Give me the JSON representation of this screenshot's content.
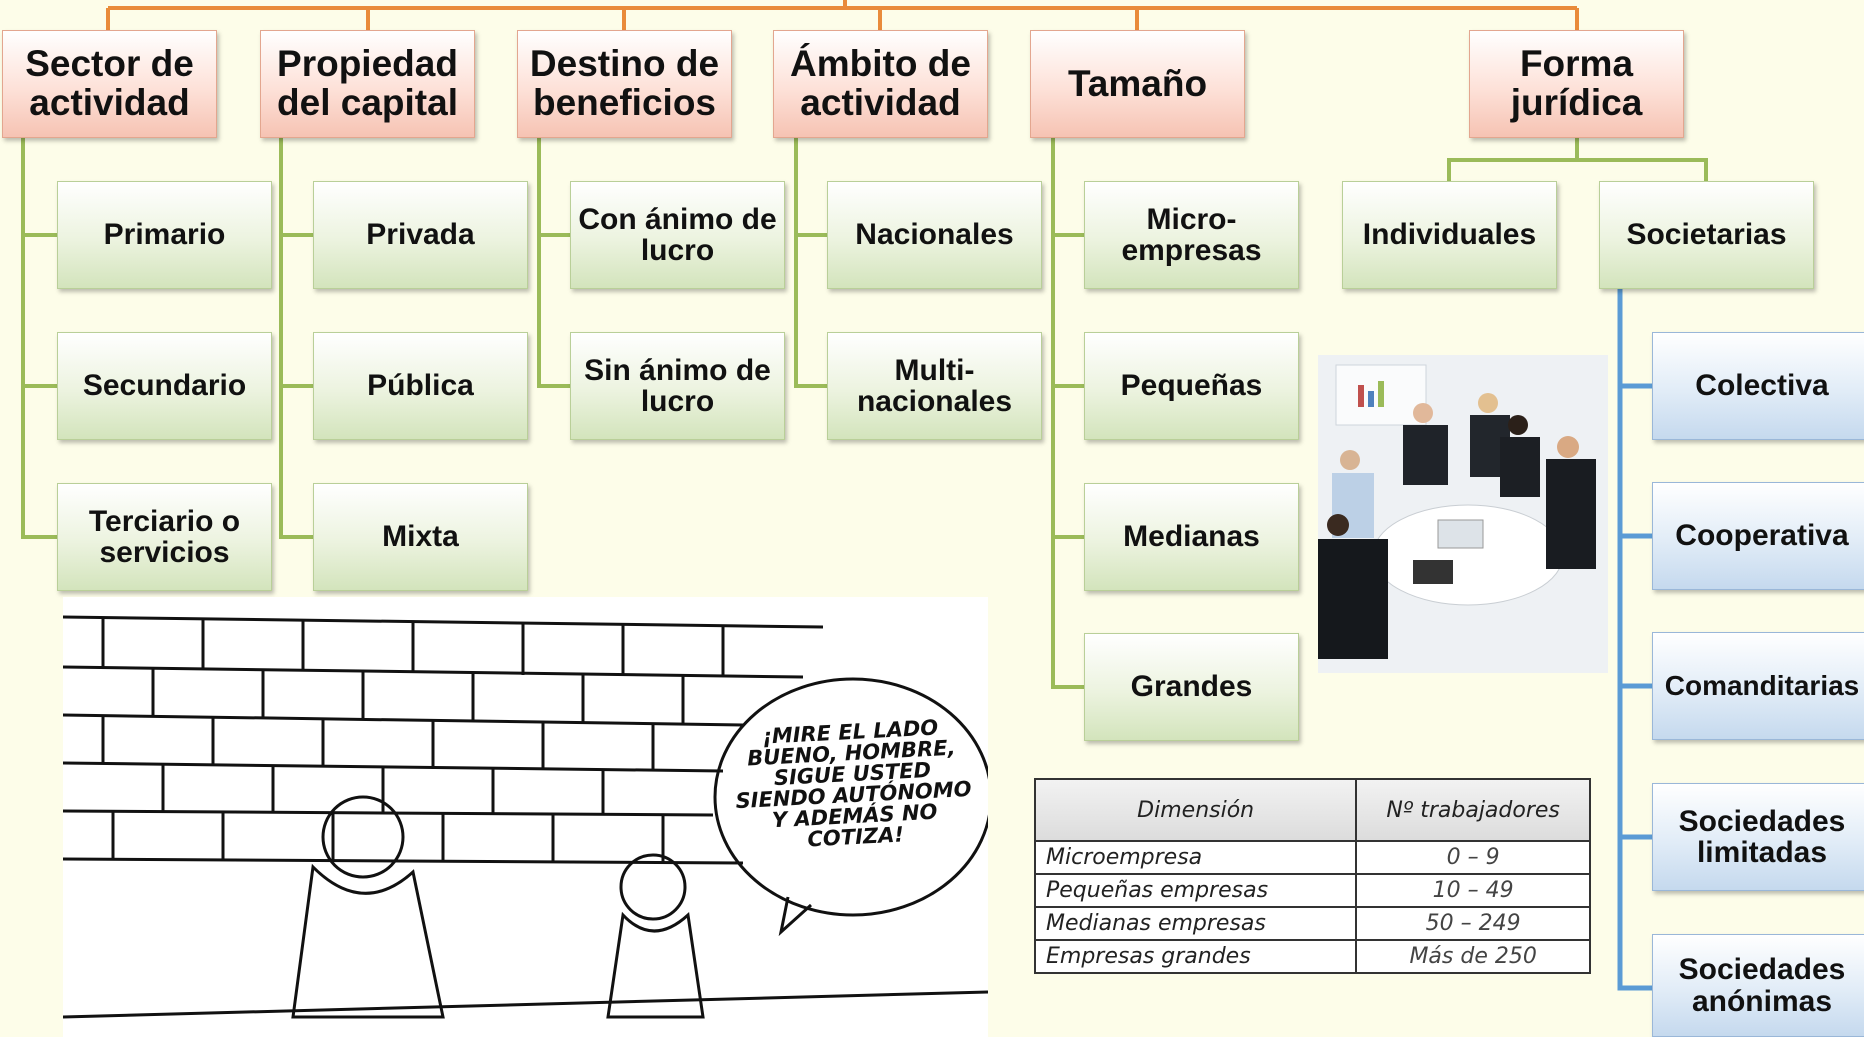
{
  "categories": [
    {
      "label": "Sector de actividad",
      "items": [
        "Primario",
        "Secundario",
        "Terciario o servicios"
      ]
    },
    {
      "label": "Propiedad del capital",
      "items": [
        "Privada",
        "Pública",
        "Mixta"
      ]
    },
    {
      "label": "Destino de beneficios",
      "items": [
        "Con ánimo de lucro",
        "Sin ánimo de lucro"
      ]
    },
    {
      "label": "Ámbito de actividad",
      "items": [
        "Nacionales",
        "Multi-nacionales"
      ]
    },
    {
      "label": "Tamaño",
      "items": [
        "Micro-empresas",
        "Pequeñas",
        "Medianas",
        "Grandes"
      ]
    },
    {
      "label": "Forma jurídica",
      "items": [
        "Individuales",
        "Societarias"
      ],
      "societarias_items": [
        "Colectiva",
        "Cooperativa",
        "Comanditarias",
        "Sociedades limitadas",
        "Sociedades anónimas"
      ]
    }
  ],
  "cartoon": {
    "speech": "¡MIRE EL LADO BUENO, HOMBRE, SIGUE USTED SIENDO AUTÓNOMO Y ADEMÁS NO COTIZA!"
  },
  "size_table": {
    "headers": [
      "Dimensión",
      "Nº trabajadores"
    ],
    "rows": [
      [
        "Microempresa",
        "0 – 9"
      ],
      [
        "Pequeñas empresas",
        "10 – 49"
      ],
      [
        "Medianas empresas",
        "50 – 249"
      ],
      [
        "Empresas grandes",
        "Más de 250"
      ]
    ]
  },
  "colors": {
    "top_connector": "#e98b3a",
    "green_connector": "#9bbb59",
    "blue_connector": "#5b9bd5",
    "background": "#fdfde9"
  }
}
